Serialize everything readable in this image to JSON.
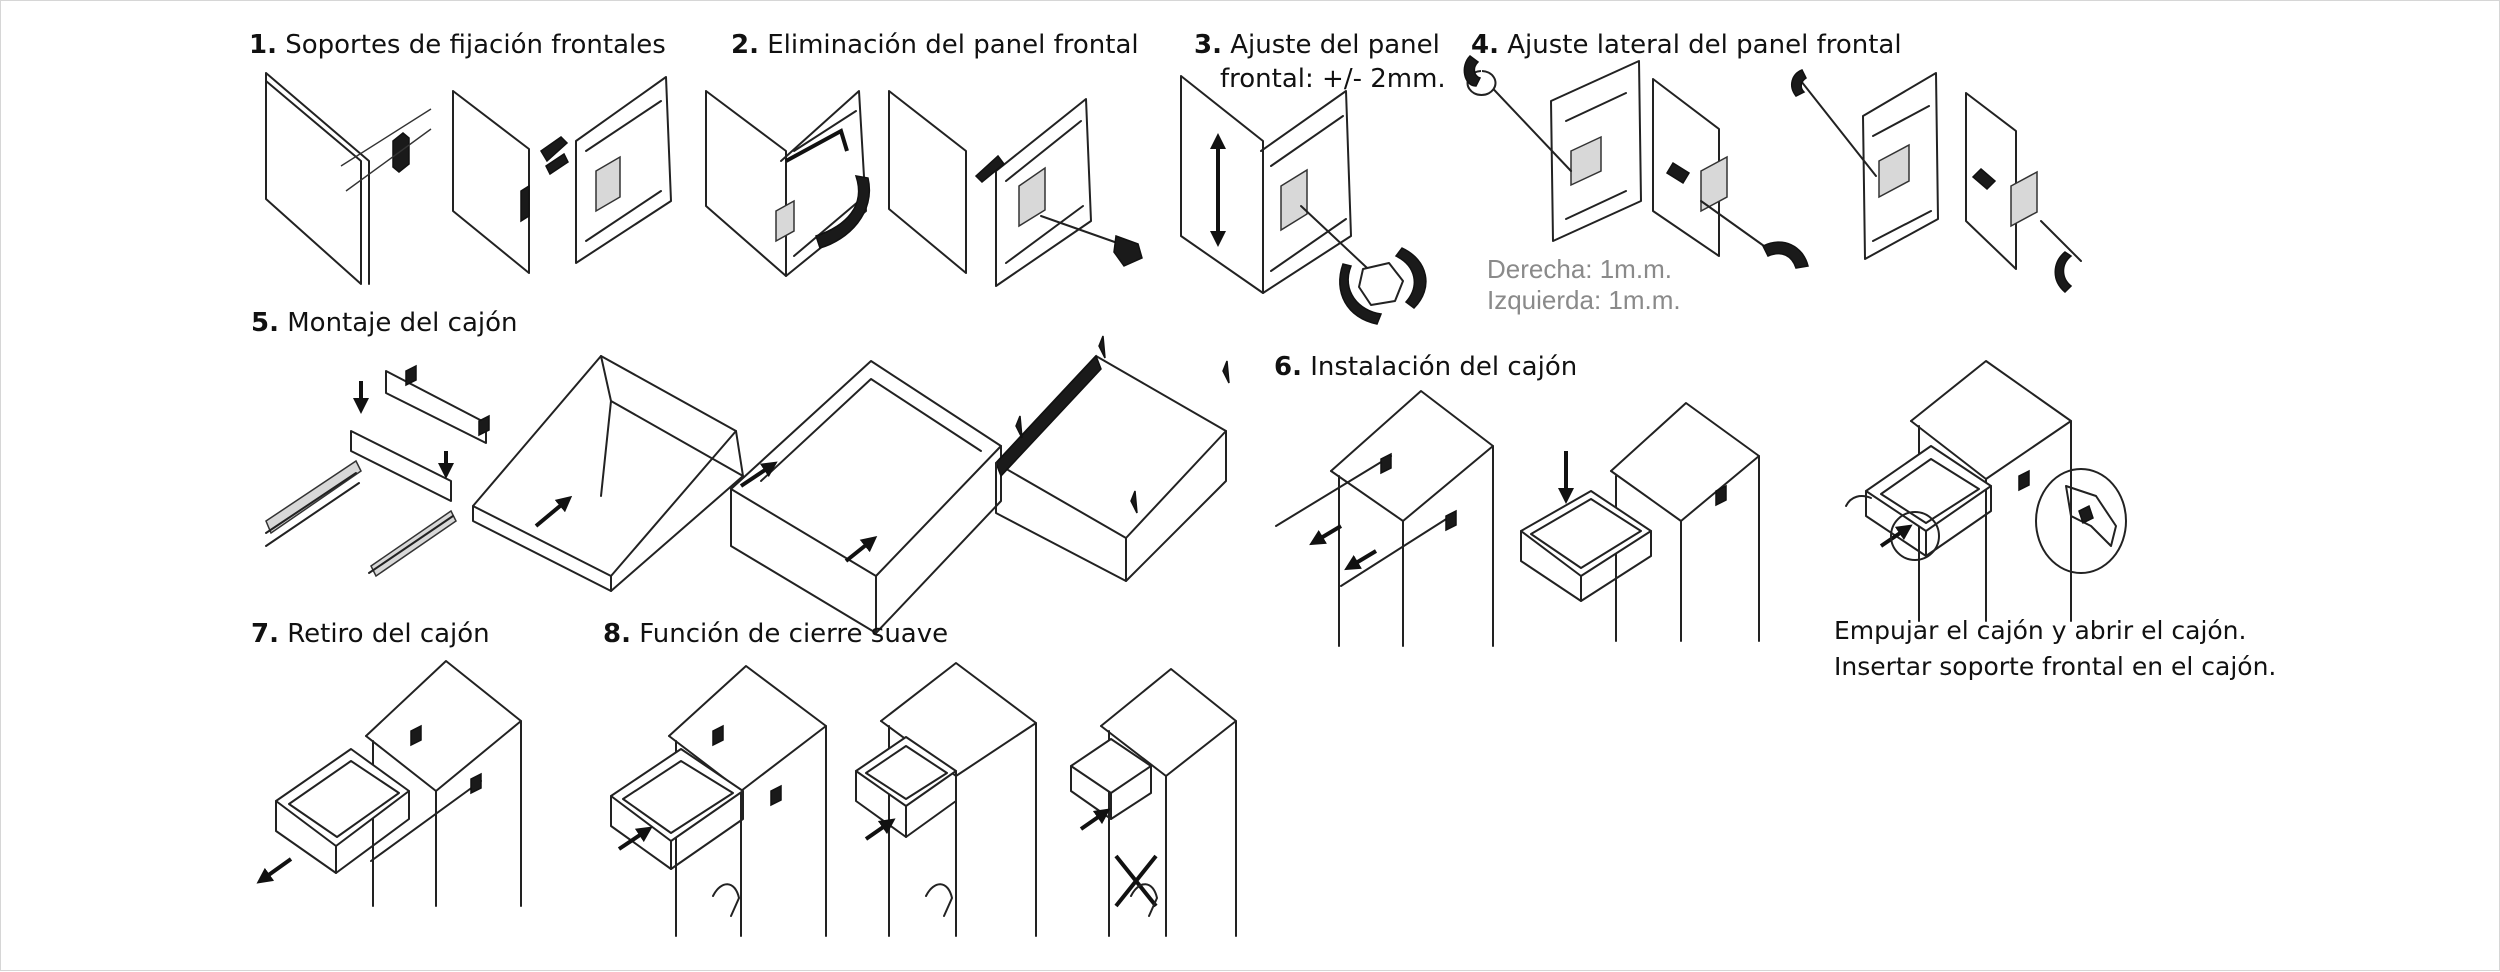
{
  "steps": [
    {
      "number": "1.",
      "title": "Soportes de fijación frontales"
    },
    {
      "number": "2.",
      "title": "Eliminación del panel frontal"
    },
    {
      "number": "3.",
      "title": "Ajuste del panel",
      "title_line2": "frontal: +/- 2mm."
    },
    {
      "number": "4.",
      "title": "Ajuste lateral del panel frontal"
    },
    {
      "number": "5.",
      "title": "Montaje del cajón"
    },
    {
      "number": "6.",
      "title": "Instalación del cajón"
    },
    {
      "number": "7.",
      "title": "Retiro del cajón"
    },
    {
      "number": "8.",
      "title": "Función de cierre suave"
    }
  ],
  "adjustment_notes": {
    "right": "Derecha: 1m.m.",
    "left": "Izquierda: 1m.m."
  },
  "installation_notes": {
    "line1": "Empujar el cajón y abrir el cajón.",
    "line2": "Insertar soporte frontal en el cajón."
  }
}
